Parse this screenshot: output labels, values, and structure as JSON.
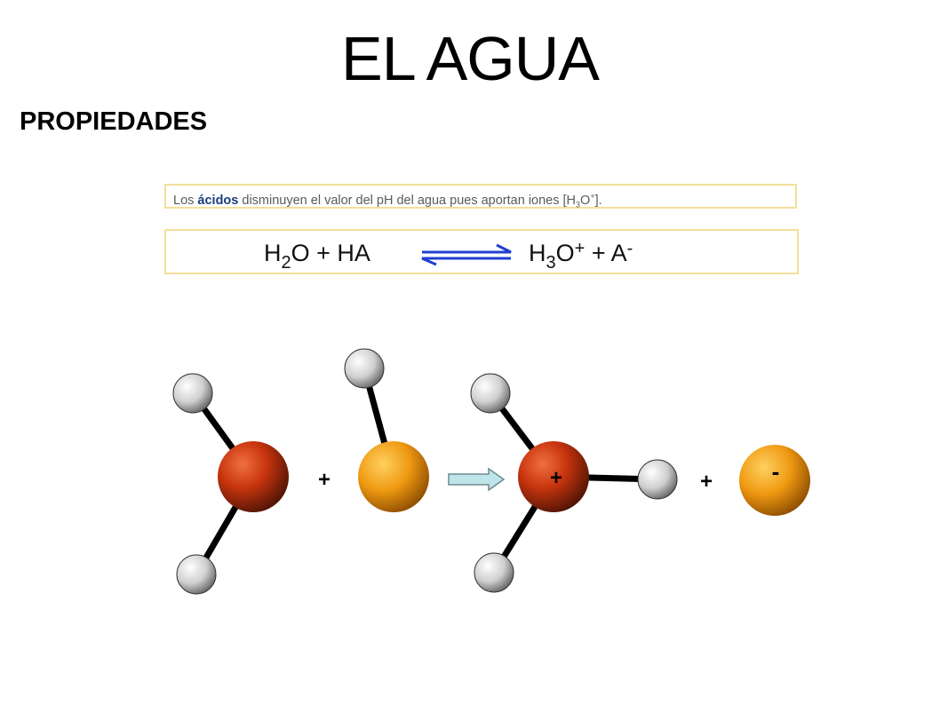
{
  "title": "EL AGUA",
  "subtitle": "PROPIEDADES",
  "note": {
    "prefix": "Los ",
    "bold": "ácidos",
    "suffix": " disminuyen el valor del  pH del agua pues aportan iones [H",
    "sub": "3",
    "after_sub": "O",
    "sup": "+",
    "end": "]."
  },
  "equation": {
    "l1": "H",
    "l1_sub": "2",
    "l2": "O + HA",
    "r1": "H",
    "r1_sub": "3",
    "r2": "O",
    "r2_sup": "+",
    "r3": "  +  A",
    "r3_sup": "-"
  },
  "diagram": {
    "plus_sign_1": "+",
    "charge_plus": "+",
    "plus_sign_2": "+",
    "charge_minus": "-"
  },
  "colors": {
    "box_border": "#f3df9a",
    "arrow_blue": "#1f3fd0",
    "oxygen": "#c8350e",
    "acid_atom": "#ef9a12",
    "hydrogen": "#cfcfcf",
    "reaction_arrow": "#bfe4ea"
  }
}
